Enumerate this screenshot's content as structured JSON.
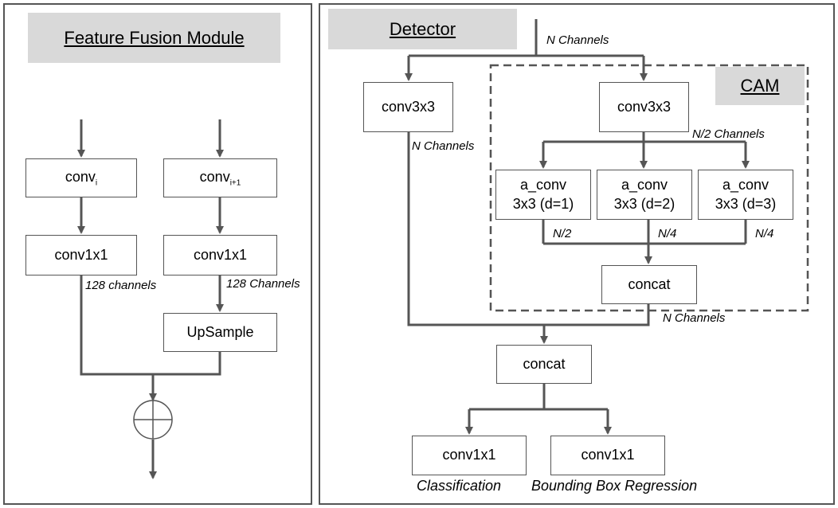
{
  "fusion": {
    "title": "Feature Fusion Module",
    "conv_i_base": "conv",
    "conv_i_sub": "i",
    "conv_i1_base": "conv",
    "conv_i1_sub": "i+1",
    "conv1x1_left": "conv1x1",
    "conv1x1_right": "conv1x1",
    "label_left": "128 channels",
    "label_right": "128 Channels",
    "upsample": "UpSample"
  },
  "detector": {
    "title": "Detector",
    "cam_title": "CAM",
    "in_label": "N Channels",
    "left_conv": "conv3x3",
    "left_label": "N Channels",
    "cam_conv": "conv3x3",
    "cam_conv_label": "N/2 Channels",
    "aconv1_line1": "a_conv",
    "aconv1_line2": "3x3 (d=1)",
    "aconv2_line1": "a_conv",
    "aconv2_line2": "3x3 (d=2)",
    "aconv3_line1": "a_conv",
    "aconv3_line2": "3x3 (d=3)",
    "a1_label": "N/2",
    "a2_label": "N/4",
    "a3_label": "N/4",
    "cam_concat": "concat",
    "cam_out_label": "N Channels",
    "concat": "concat",
    "cls_conv": "conv1x1",
    "bbox_conv": "conv1x1",
    "cls_label": "Classification",
    "bbox_label": "Bounding Box Regression"
  },
  "colors": {
    "line": "#555555",
    "title_bg": "#d9d9d9"
  }
}
